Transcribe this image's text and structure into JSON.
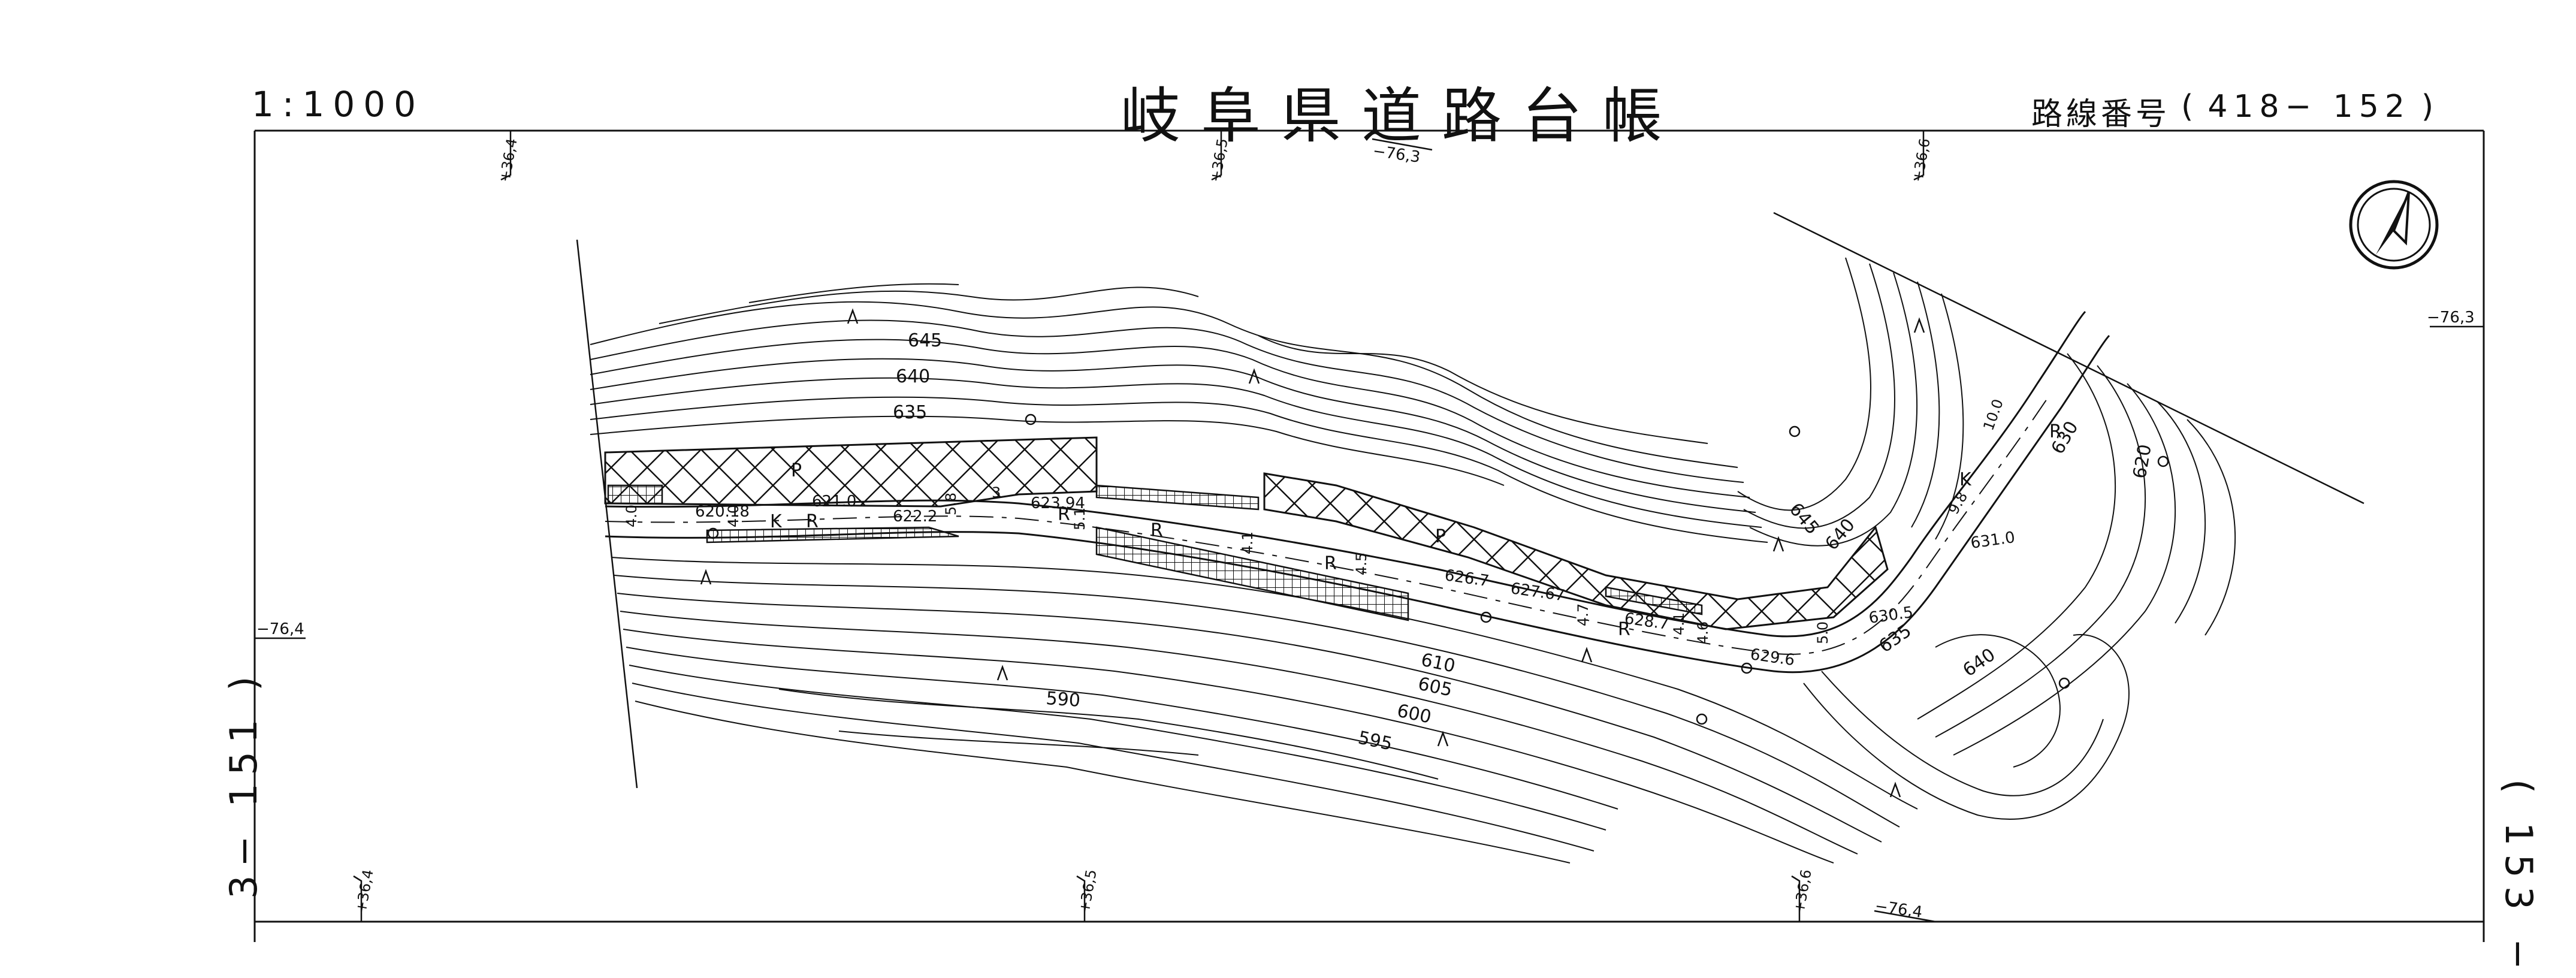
{
  "header": {
    "scale": "1:1000",
    "title": "岐阜県道路台帳",
    "route_label": "路線番号",
    "route_open": "(",
    "route_number": "418− 152",
    "route_close": ")"
  },
  "adjacent_sheets": {
    "left": "3− 151 )",
    "right": "( 153 −"
  },
  "grid_labels": {
    "top": [
      "+36,4",
      "+36,5",
      "−76,3",
      "+36,6"
    ],
    "bottom": [
      "+36,4",
      "+36,5",
      "+36,6",
      "−76,4"
    ],
    "left": "−76,4",
    "right": "−76,3"
  },
  "contours": [
    "645",
    "640",
    "635",
    "610",
    "605",
    "600",
    "595",
    "590",
    "645",
    "640",
    "630",
    "620",
    "635",
    "640"
  ],
  "elevations": [
    "620.18",
    "621.0",
    "622.2",
    "623.94",
    "626.7",
    "627.67",
    "628.7",
    "629.6",
    "630.5",
    "631.0"
  ],
  "road_symbols": [
    "K",
    "R",
    "R",
    "R",
    "R",
    "R",
    "R",
    "P",
    "P",
    "K"
  ],
  "widths": [
    "4.0",
    "4.0",
    "5.8",
    "3",
    "5.1",
    "4.1",
    "4.5",
    "4.7",
    "4.1",
    "4.6",
    "5.0",
    "10.0",
    "9.8"
  ],
  "north_arrow": "north-arrow-icon"
}
